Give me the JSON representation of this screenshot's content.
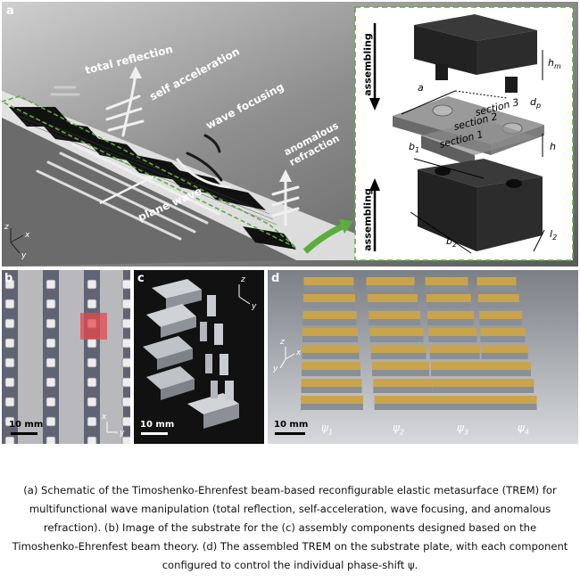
{
  "panels": {
    "a": {
      "label": "a",
      "left_labels": {
        "total_reflection": "total reflection",
        "self_acceleration": "self acceleration",
        "wave_focusing": "wave focusing",
        "anomalous_refraction": "anomalous refraction",
        "plane_wave": "plane wave",
        "axis_z": "z",
        "axis_x": "x",
        "axis_y": "y"
      },
      "inset": {
        "assembling_top": "assembling",
        "assembling_bottom": "assembling",
        "h_m": "h",
        "h_m_sub": "m",
        "d_p": "d",
        "d_p_sub": "p",
        "a": "a",
        "section3": "section 3",
        "section2": "section 2",
        "section1": "section 1",
        "b1": "b",
        "b1_sub": "1",
        "h": "h",
        "b2": "b",
        "b2_sub": "2",
        "l2": "l",
        "l2_sub": "2"
      }
    },
    "b": {
      "label": "b",
      "scale": "10 mm",
      "axis_x": "x",
      "axis_y": "y"
    },
    "c": {
      "label": "c",
      "scale": "10 mm",
      "axis_z": "z",
      "axis_y": "y"
    },
    "d": {
      "label": "d",
      "scale": "10 mm",
      "axis_z": "z",
      "axis_x": "x",
      "axis_y": "y",
      "psi": [
        {
          "main": "ψ",
          "sub": "1"
        },
        {
          "main": "ψ",
          "sub": "2"
        },
        {
          "main": "ψ",
          "sub": "3"
        },
        {
          "main": "ψ",
          "sub": "4"
        }
      ]
    }
  },
  "caption": {
    "line1": "(a) Schematic of the Timoshenko-Ehrenfest beam-based reconfigurable elastic metasurface (TREM) for",
    "line2": "multifunctional wave manipulation (total reflection, self-acceleration, wave focusing, and anomalous",
    "line3": "refraction). (b) Image of the substrate for the (c) assembly components designed based on the",
    "line4": "Timoshenko-Ehrenfest beam theory. (d) The assembled TREM on the substrate plate, with each component",
    "line5": "configured to control the individual phase-shift ψ."
  },
  "colors": {
    "highlight_red": "#e5484d",
    "gold": "#c9a44a",
    "green_dashed": "#5aae3c"
  }
}
